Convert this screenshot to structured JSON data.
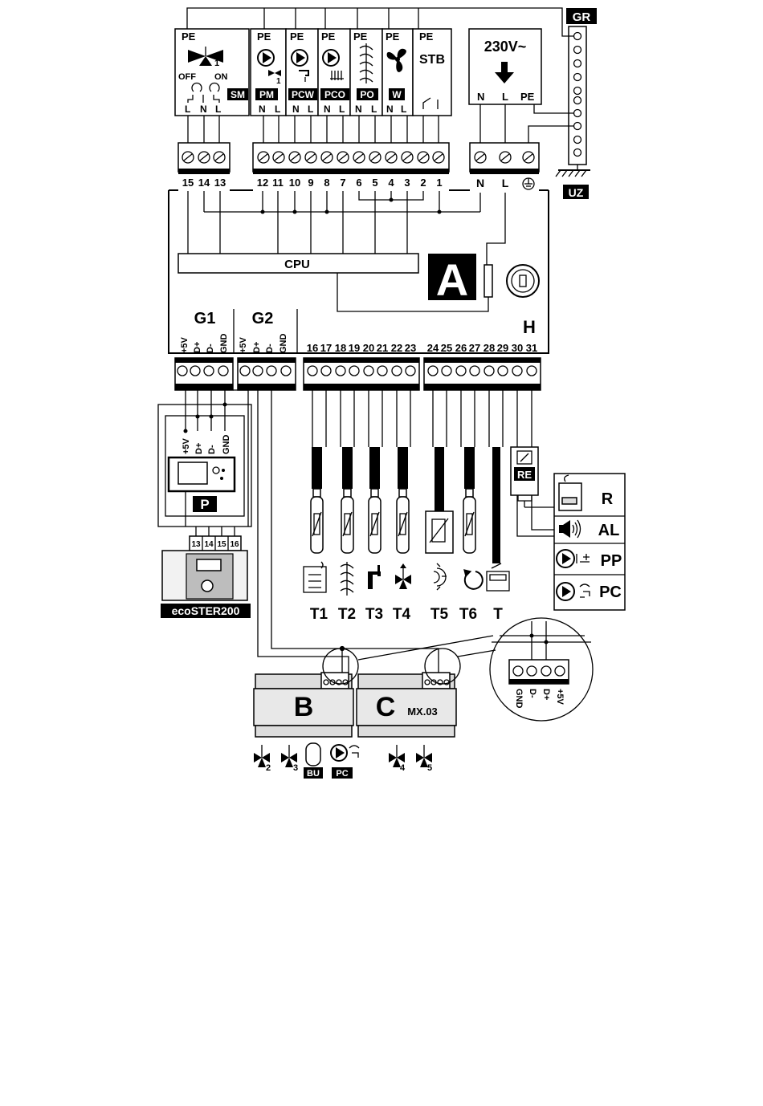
{
  "ground_strip": {
    "top": "GR",
    "bottom": "UZ"
  },
  "top_devices": {
    "pe": "PE",
    "sm": {
      "off": "OFF",
      "on": "ON",
      "badge": "SM",
      "t1": "L",
      "t2": "N",
      "t3": "L",
      "sub": "1"
    },
    "pm": {
      "badge": "PM",
      "t1": "N",
      "t2": "L",
      "sub": "1"
    },
    "pcw": {
      "badge": "PCW",
      "t1": "N",
      "t2": "L"
    },
    "pco": {
      "badge": "PCO",
      "t1": "N",
      "t2": "L"
    },
    "po": {
      "badge": "PO",
      "t1": "N",
      "t2": "L"
    },
    "w": {
      "badge": "W",
      "t1": "N",
      "t2": "L"
    },
    "stb": {
      "label": "STB"
    },
    "mains": {
      "voltage": "230V~",
      "t1": "N",
      "t2": "L",
      "t3": "PE"
    }
  },
  "top_terminals": [
    "15",
    "14",
    "13",
    "12",
    "11",
    "10",
    "9",
    "8",
    "7",
    "6",
    "5",
    "4",
    "3",
    "2",
    "1"
  ],
  "power_terminals": [
    "N",
    "L"
  ],
  "board": {
    "cpu": "CPU",
    "module": "A",
    "section_h": "H",
    "g1": "G1",
    "g2": "G2"
  },
  "bus_pins": [
    "+5V",
    "D+",
    "D-",
    "GND"
  ],
  "sensor_terminals": [
    "16",
    "17",
    "18",
    "19",
    "20",
    "21",
    "22",
    "23"
  ],
  "output_terminals": [
    "24",
    "25",
    "26",
    "27",
    "28",
    "29",
    "30",
    "31"
  ],
  "panel_p": {
    "label": "P",
    "pins": [
      "+5V",
      "D+",
      "D-",
      "GND"
    ]
  },
  "ecoster": {
    "label": "ecoSTER200",
    "pins": [
      "13",
      "14",
      "15",
      "16"
    ]
  },
  "sensors": [
    "T1",
    "T2",
    "T3",
    "T4",
    "T5",
    "T6",
    "T"
  ],
  "relay": {
    "label": "RE"
  },
  "outputs": [
    "R",
    "AL",
    "PP",
    "PC"
  ],
  "modules": {
    "b": "B",
    "c": "C",
    "c_model": "MX.03"
  },
  "zoom_pins": [
    "GND",
    "D-",
    "D+",
    "+5V"
  ],
  "bottom_devices": {
    "v2": "2",
    "v3": "3",
    "v4": "4",
    "v5": "5",
    "bu": "BU",
    "pc": "PC"
  }
}
